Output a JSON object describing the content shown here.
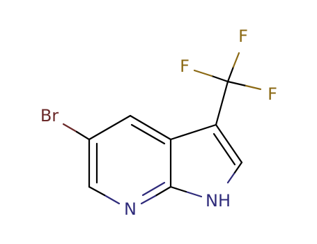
{
  "molecule": {
    "atom_labels": {
      "br": "Br",
      "f_top": "F",
      "f_left": "F",
      "f_right": "F",
      "n_pyridine": "N",
      "nh_pyrrole": "NH"
    },
    "colors": {
      "bond": "#000000",
      "bromine": "#6b2a2a",
      "fluorine": "#8b6914",
      "nitrogen": "#2e2a7a"
    }
  }
}
